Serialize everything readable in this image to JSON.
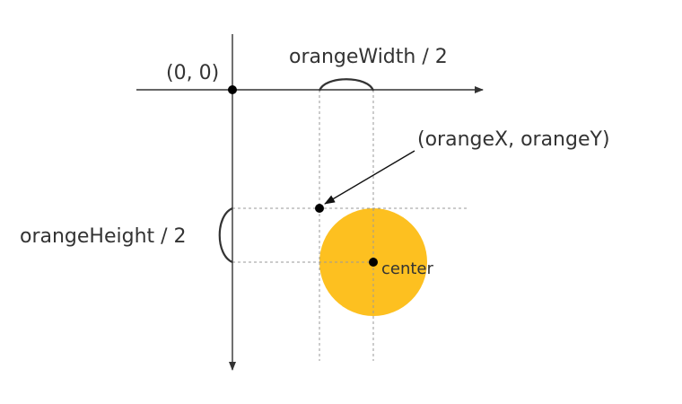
{
  "labels": {
    "origin": "(0, 0)",
    "half_width": "orangeWidth / 2",
    "position": "(orangeX, orangeY)",
    "half_height": "orangeHeight / 2",
    "center": "center"
  },
  "colors": {
    "orange_fill": "#FDC020",
    "ink": "#333333",
    "guide": "#9a9a9a"
  }
}
